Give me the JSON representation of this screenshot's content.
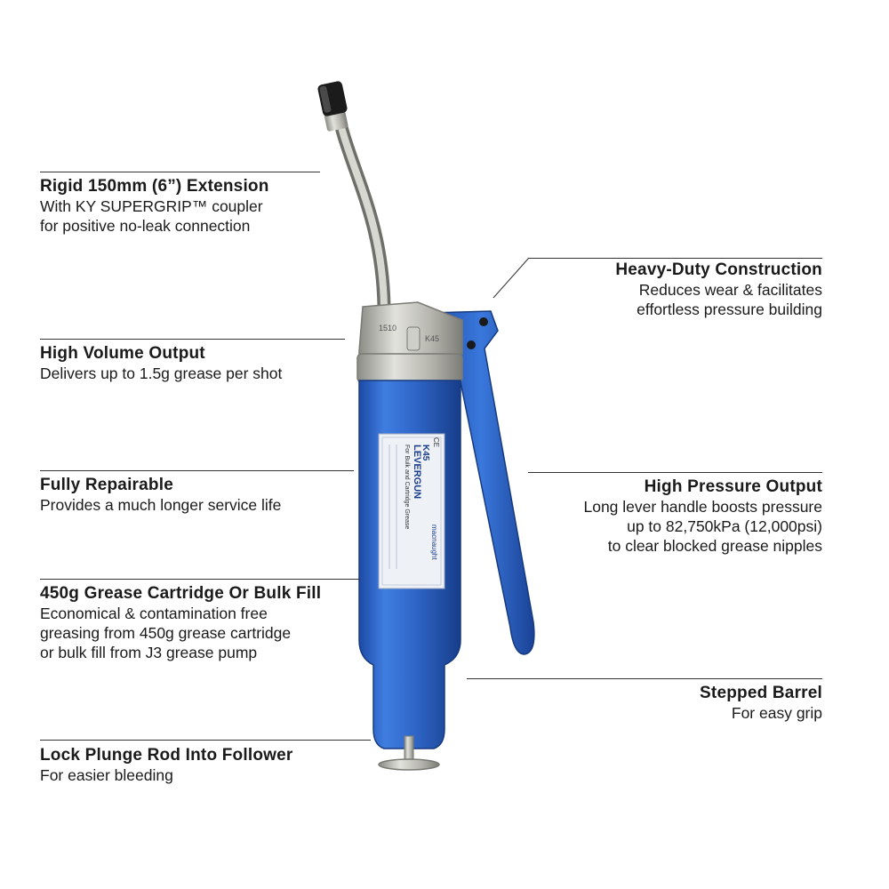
{
  "product": {
    "label_model": "K45",
    "label_name": "LEVERGUN",
    "label_sub": "For Bulk and Cartridge Grease",
    "brand": "macnaught",
    "ce": "CE",
    "cap_text_1": "1510",
    "cap_text_2": "K45"
  },
  "colors": {
    "barrel_blue": "#2f66c8",
    "barrel_blue_dark": "#1a3f8f",
    "metal": "#b9b9b4",
    "text": "#1a1a1a"
  },
  "callouts": [
    {
      "title": "Rigid 150mm (6”) Extension",
      "lines": [
        "With KY SUPERGRIP™ coupler",
        "for positive no-leak connection"
      ]
    },
    {
      "title": "High Volume Output",
      "lines": [
        "Delivers up to 1.5g grease per shot"
      ]
    },
    {
      "title": "Fully Repairable",
      "lines": [
        "Provides a much longer service life"
      ]
    },
    {
      "title": "450g Grease Cartridge Or Bulk Fill",
      "lines": [
        "Economical & contamination free",
        "greasing from 450g grease cartridge",
        "or bulk fill from J3 grease pump"
      ]
    },
    {
      "title": "Lock Plunge Rod Into Follower",
      "lines": [
        "For easier bleeding"
      ]
    },
    {
      "title": "Heavy-Duty Construction",
      "lines": [
        "Reduces wear & facilitates",
        "effortless pressure building"
      ]
    },
    {
      "title": "High Pressure Output",
      "lines": [
        "Long lever handle boosts pressure",
        "up to 82,750kPa (12,000psi)",
        "to clear blocked grease nipples"
      ]
    },
    {
      "title": "Stepped Barrel",
      "lines": [
        "For easy grip"
      ]
    }
  ]
}
